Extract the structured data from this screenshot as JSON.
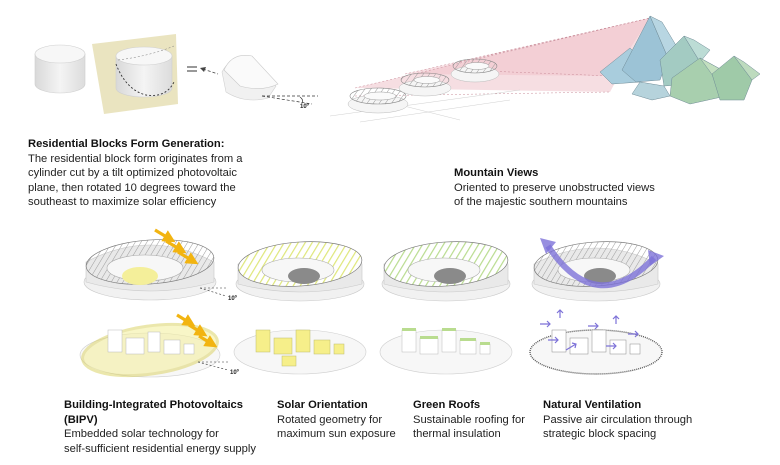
{
  "form_generation": {
    "title": "Residential Blocks Form Generation:",
    "lines": [
      "The residential block form originates from a",
      "cylinder cut by a tilt optimized photovoltaic",
      "plane, then rotated 10 degrees toward the",
      "southeast to maximize solar efficiency"
    ],
    "angle_label": "10º"
  },
  "mountain_views": {
    "title": "Mountain Views",
    "lines": [
      "Oriented to preserve unobstructed views",
      "of the majestic southern mountains"
    ]
  },
  "strategies": [
    {
      "title": "Building-Integrated Photovoltaics (BIPV)",
      "lines": [
        "Embedded solar technology for",
        "self-sufficient residential energy supply"
      ],
      "angle_label": "10º"
    },
    {
      "title": "Solar Orientation",
      "lines": [
        "Rotated geometry for",
        "maximum sun exposure"
      ]
    },
    {
      "title": "Green Roofs",
      "lines": [
        "Sustainable roofing for",
        "thermal insulation"
      ]
    },
    {
      "title": "Natural Ventilation",
      "lines": [
        "Passive air circulation through",
        "strategic block spacing"
      ]
    }
  ],
  "colors": {
    "solar": "#f2b411",
    "pv_glow": "#f4ef9a",
    "green": "#b9dc8f",
    "vent": "#7d72d8",
    "plane": "#e9e3bd",
    "mountain_blue": "#9cc3d6",
    "mountain_green": "#a8cfae",
    "sightline": "#f3d3d8"
  }
}
